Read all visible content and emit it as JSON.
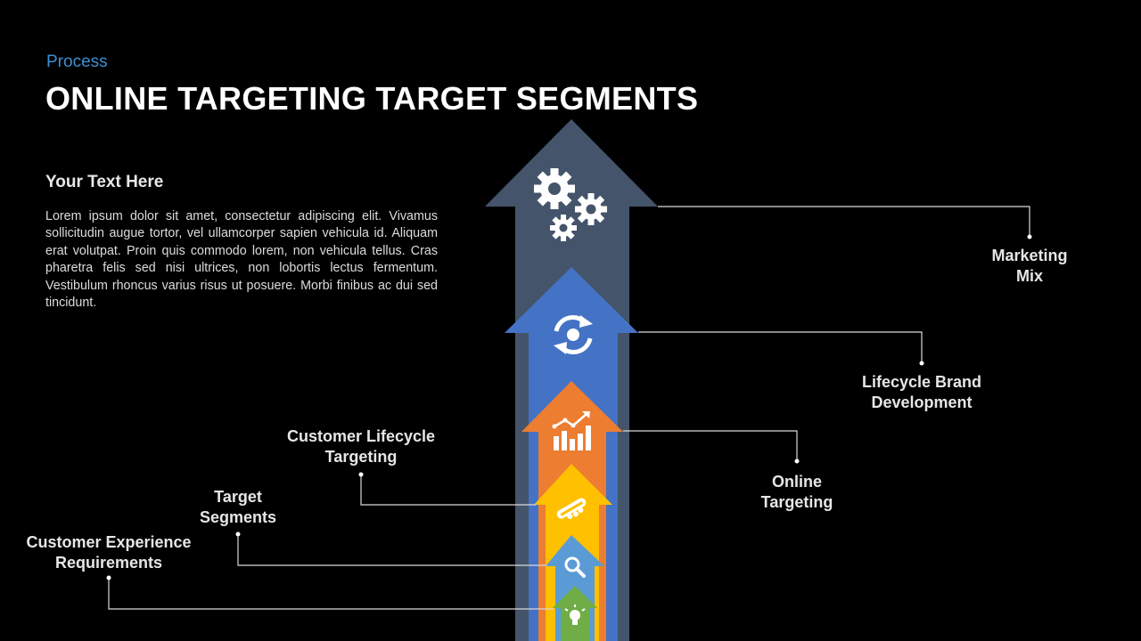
{
  "header": {
    "subtitle": "Process",
    "title": "ONLINE TARGETING TARGET SEGMENTS"
  },
  "text_block": {
    "heading": "Your  Text Here",
    "body": "Lorem ipsum dolor sit amet, consectetur adipiscing elit. Vivamus sollicitudin augue tortor, vel ullamcorper sapien vehicula id. Aliquam erat volutpat. Proin quis commodo lorem, non vehicula tellus. Cras pharetra felis sed nisi ultrices, non lobortis lectus fermentum. Vestibulum rhoncus varius risus ut posuere. Morbi finibus ac dui sed tincidunt."
  },
  "steps": [
    {
      "key": "marketing-mix",
      "line1": "Marketing",
      "line2": "Mix",
      "color": "#44546a",
      "icon": "gears-icon"
    },
    {
      "key": "lifecycle-brand-development",
      "line1": "Lifecycle Brand",
      "line2": "Development",
      "color": "#4472c4",
      "icon": "cycle-icon"
    },
    {
      "key": "online-targeting",
      "line1": "Online",
      "line2": "Targeting",
      "color": "#ed7d31",
      "icon": "chart-icon"
    },
    {
      "key": "customer-lifecycle-targeting",
      "line1": "Customer Lifecycle",
      "line2": "Targeting",
      "color": "#ffc000",
      "icon": "handshake-icon"
    },
    {
      "key": "target-segments",
      "line1": "Target",
      "line2": "Segments",
      "color": "#5b9bd5",
      "icon": "search-icon"
    },
    {
      "key": "customer-experience-requirements",
      "line1": "Customer Experience",
      "line2": "Requirements",
      "color": "#70ad47",
      "icon": "lightbulb-icon"
    }
  ]
}
